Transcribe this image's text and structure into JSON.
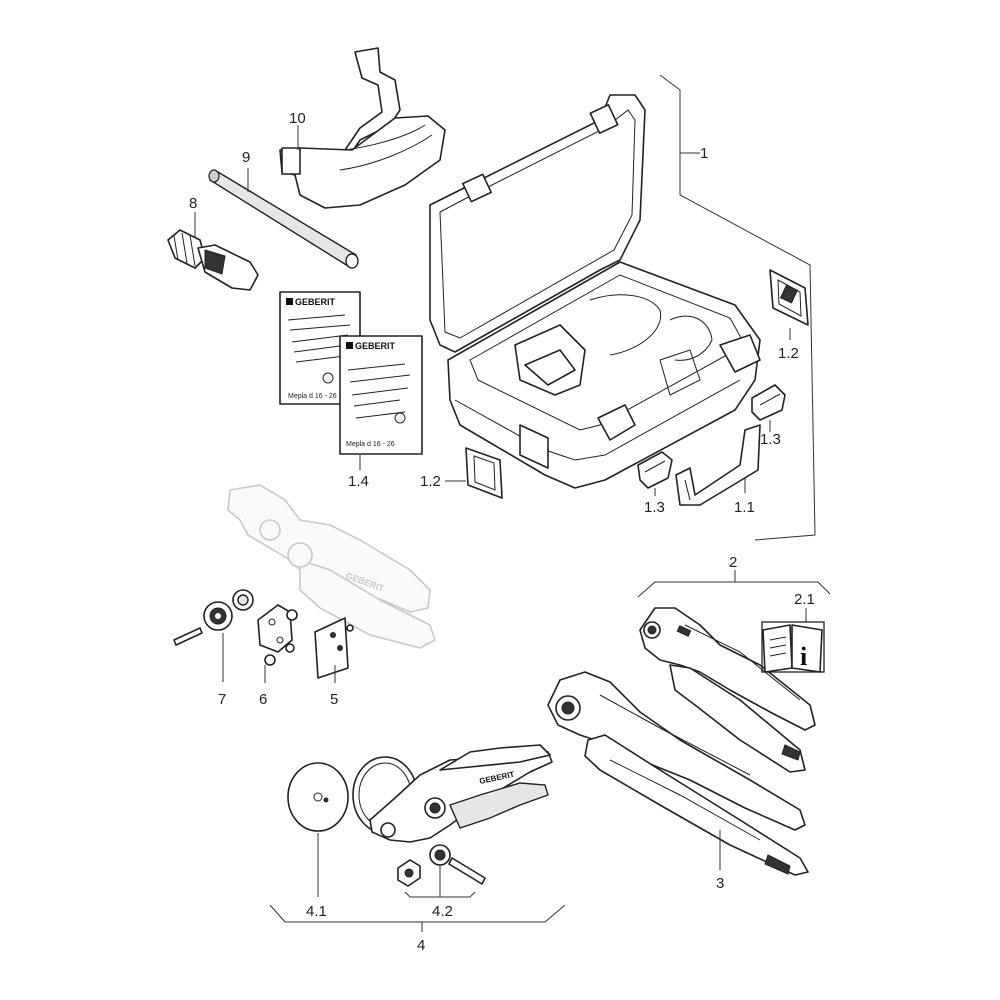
{
  "labels": {
    "case": "1",
    "case_handle": "1.1",
    "clip_right": "1.2",
    "clip_left": "1.2",
    "latch_right": "1.3",
    "latch_bottom": "1.3",
    "manual": "1.4",
    "pliers_set": "2",
    "info": "2.1",
    "press_jaw": "3",
    "cutter_set": "4",
    "cutter_wheel": "4.1",
    "cutter_parts": "4.2",
    "plate": "5",
    "bracket": "6",
    "roller": "7",
    "deburrer": "8",
    "rod": "9",
    "strap": "10"
  },
  "booklet": {
    "brand": "GEBERIT",
    "caption": "Mepla  d 16 - 26"
  },
  "tool_brand": "GEBERIT",
  "info_icon_letter": "i"
}
